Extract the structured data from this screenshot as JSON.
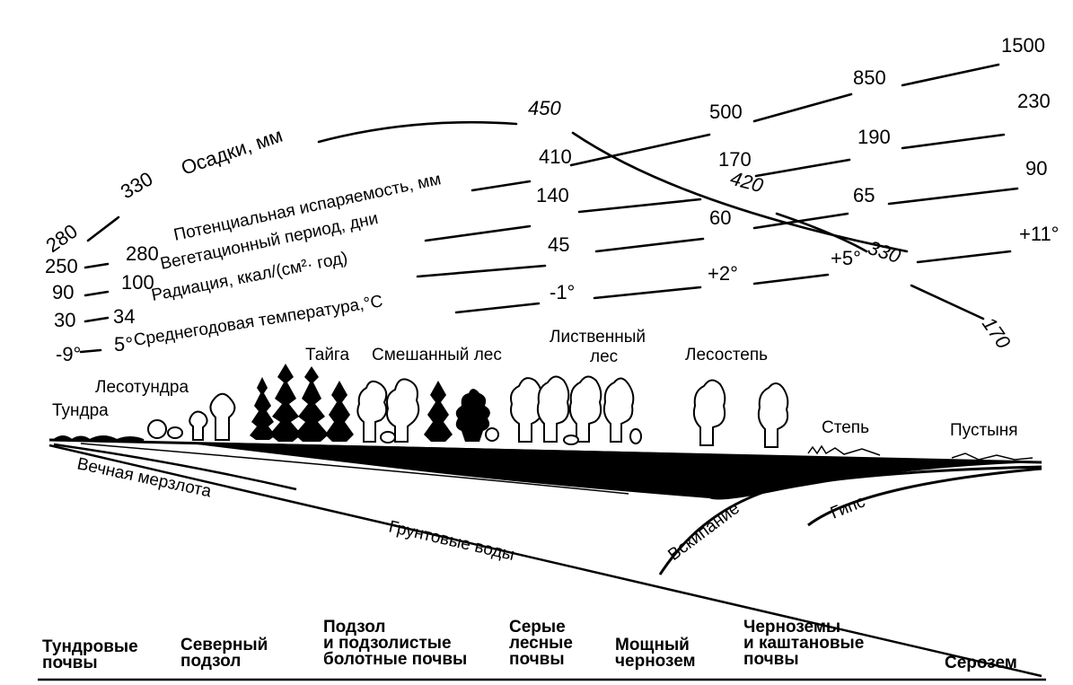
{
  "parameters": {
    "precipitation": {
      "label": "Осадки, мм",
      "values": [
        "280",
        "330",
        "450",
        "500",
        "850",
        "1500"
      ]
    },
    "evaporation": {
      "label": "Потенциальная испаряемость, мм",
      "values": [
        "250",
        "280",
        "410",
        "420",
        "330",
        "170"
      ]
    },
    "vegetation": {
      "label": "Вегетационный период, дни",
      "values": [
        "90",
        "100",
        "140",
        "170",
        "190",
        "230"
      ]
    },
    "radiation": {
      "label": "Радиация, ккал/(см²· год)",
      "values": [
        "30",
        "34",
        "45",
        "60",
        "65",
        "90"
      ]
    },
    "temperature": {
      "label": "Среднегодовая  температура,°С",
      "values": [
        "-9°",
        "5°",
        "-1°",
        "+2°",
        "+5°",
        "+11°"
      ]
    }
  },
  "zones": {
    "tundra": "Тундра",
    "forest_tundra": "Лесотундра",
    "taiga": "Тайга",
    "mixed_forest": "Смешанный лес",
    "deciduous_forest": "Лиственный\nлес",
    "forest_steppe": "Лесостепь",
    "steppe": "Степь",
    "desert": "Пустыня"
  },
  "underground": {
    "permafrost": "Вечная мерзлота",
    "groundwater": "Грунтовые воды",
    "effervescence": "Вскипание",
    "gypsum": "Гипс"
  },
  "soils": {
    "tundra": "Тундровые\nпочвы",
    "northern_podzol": "Северный\nподзол",
    "podzol": "Подзол\nи подзолистые\nболотные почвы",
    "grey_forest": "Серые\nлесные\nпочвы",
    "chernozem": "Мощный\nчернозем",
    "chernozem_chestnut": "Черноземы\nи каштановые\nпочвы",
    "serozem": "Серозем"
  }
}
